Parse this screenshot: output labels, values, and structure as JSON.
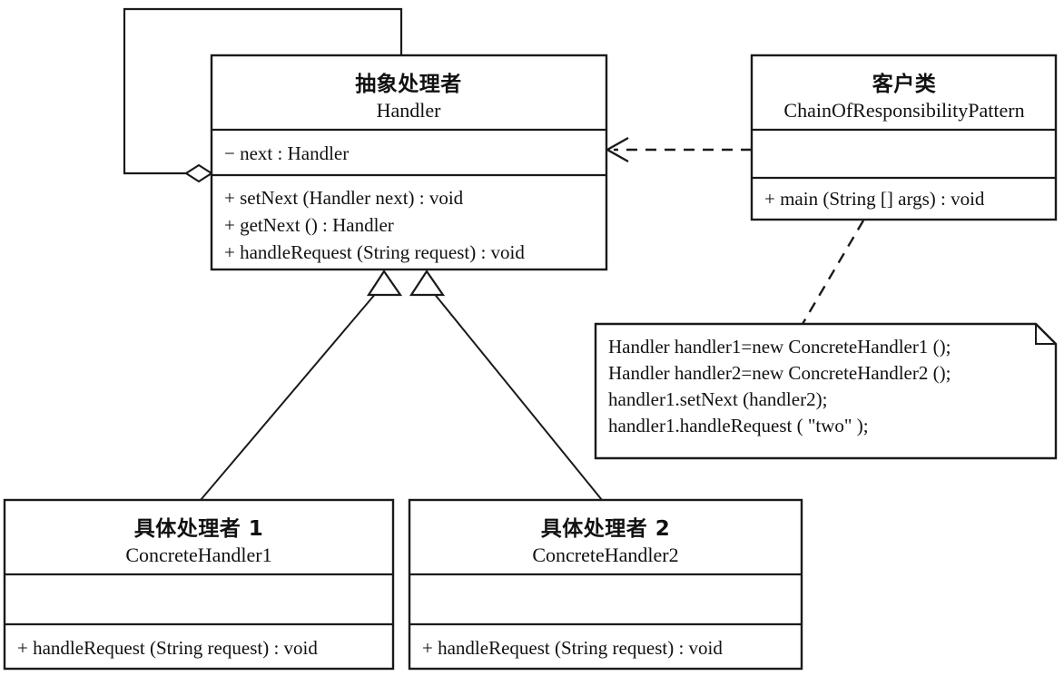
{
  "diagram": {
    "title": "Chain of Responsibility Pattern UML class diagram",
    "stroke_color": "#1a1a1a",
    "background_color": "#ffffff"
  },
  "classes": {
    "handler": {
      "stereotype_cn": "抽象处理者",
      "name": "Handler",
      "attributes": [
        "− next : Handler"
      ],
      "operations": [
        "+ setNext (Handler next) : void",
        "+ getNext () : Handler",
        "+ handleRequest (String request) : void"
      ]
    },
    "client": {
      "stereotype_cn": "客户类",
      "name": "ChainOfResponsibilityPattern",
      "attributes": [],
      "operations": [
        "+ main (String [] args) : void"
      ]
    },
    "concrete1": {
      "stereotype_cn": "具体处理者 1",
      "name": "ConcreteHandler1",
      "attributes": [],
      "operations": [
        "+ handleRequest (String request) : void"
      ]
    },
    "concrete2": {
      "stereotype_cn": "具体处理者 2",
      "name": "ConcreteHandler2",
      "attributes": [],
      "operations": [
        "+ handleRequest (String request) : void"
      ]
    }
  },
  "note": {
    "lines": [
      "Handler handler1=new ConcreteHandler1 ();",
      "Handler handler2=new ConcreteHandler2 ();",
      "handler1.setNext (handler2);",
      "handler1.handleRequest (  \"two\"  );"
    ]
  },
  "relations": [
    {
      "id": "self-aggregation",
      "kind": "aggregation",
      "from": "handler",
      "to": "handler",
      "marker": "hollow-diamond"
    },
    {
      "id": "client-dependency",
      "kind": "dependency",
      "from": "client",
      "to": "handler",
      "marker": "open-arrow",
      "style": "dashed"
    },
    {
      "id": "note-anchor",
      "kind": "note-link",
      "from": "note",
      "to": "client",
      "style": "dashed"
    },
    {
      "id": "gen-concrete1",
      "kind": "generalization",
      "from": "concrete1",
      "to": "handler",
      "marker": "hollow-triangle"
    },
    {
      "id": "gen-concrete2",
      "kind": "generalization",
      "from": "concrete2",
      "to": "handler",
      "marker": "hollow-triangle"
    }
  ]
}
